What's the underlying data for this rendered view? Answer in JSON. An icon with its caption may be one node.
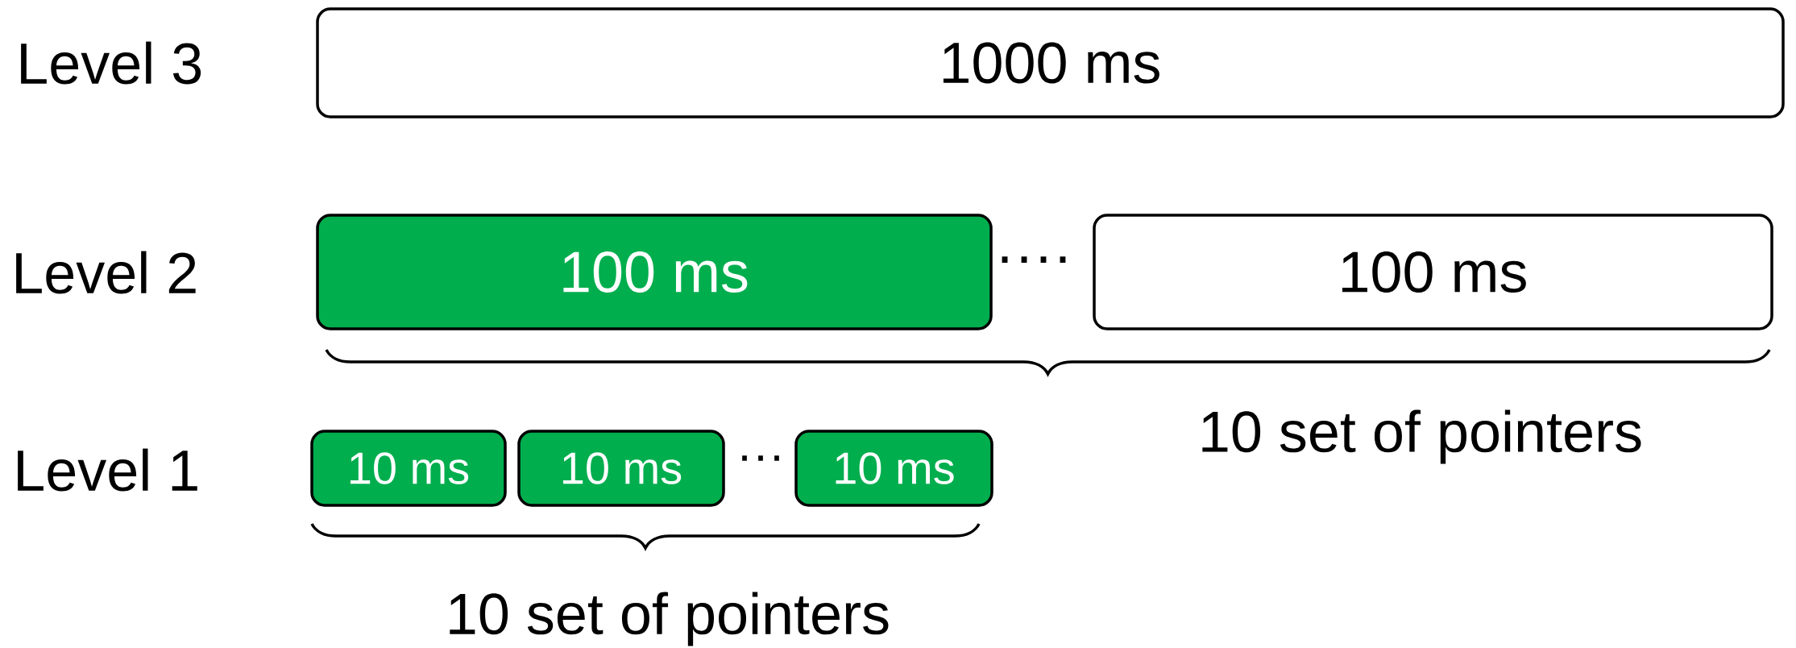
{
  "diagram": {
    "nodes": [
      {
        "text": [
          "1000 ms"
        ]
      },
      {
        "text": [
          "100 ms"
        ]
      },
      {
        "text": [
          "100 ms"
        ]
      },
      {
        "text": [
          "10 ms"
        ]
      },
      {
        "text": [
          "10 ms"
        ]
      },
      {
        "text": [
          "10 ms"
        ]
      }
    ],
    "labels": [
      "Level 3",
      "Level 2",
      "····",
      "10 set of pointers",
      "Level 1",
      "···",
      "10 set of pointers"
    ]
  }
}
